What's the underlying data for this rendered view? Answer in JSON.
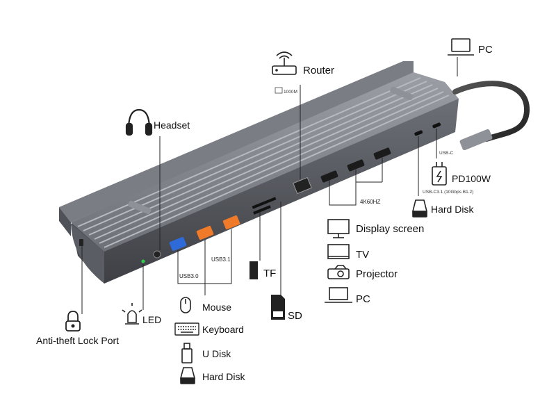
{
  "labels": {
    "pc_top": "PC",
    "router": "Router",
    "router_speed": "1000M",
    "headset": "Headset",
    "usbc_small": "USB-C",
    "pd": "PD100W",
    "usbc31": "USB-C3.1 (10Gbps B1.2)",
    "hdmi": "4K60HZ",
    "hard_disk_right": "Hard Disk",
    "display_screen": "Display screen",
    "tv": "TV",
    "projector": "Projector",
    "pc_right": "PC",
    "usb30": "USB3.0",
    "usb31": "USB3.1",
    "tf": "TF",
    "sd": "SD",
    "led": "LED",
    "mouse": "Mouse",
    "keyboard": "Keyboard",
    "udisk": "U Disk",
    "hard_disk_left": "Hard Disk",
    "lock": "Anti-theft Lock Port"
  },
  "colors": {
    "body_dark": "#4a4c52",
    "body_mid": "#6b6e75",
    "body_light": "#a9acb3",
    "usb_blue": "#2f6bd8",
    "usb_orange": "#ee7a2a",
    "led_green": "#2fd04a"
  },
  "icons": [
    "pc-laptop-icon",
    "router-icon",
    "headset-icon",
    "plug-icon",
    "hard-disk-icon",
    "monitor-icon",
    "tv-icon",
    "projector-icon",
    "laptop-icon",
    "tf-card-icon",
    "sd-card-icon",
    "led-icon",
    "mouse-icon",
    "keyboard-icon",
    "usb-drive-icon",
    "lock-icon"
  ]
}
